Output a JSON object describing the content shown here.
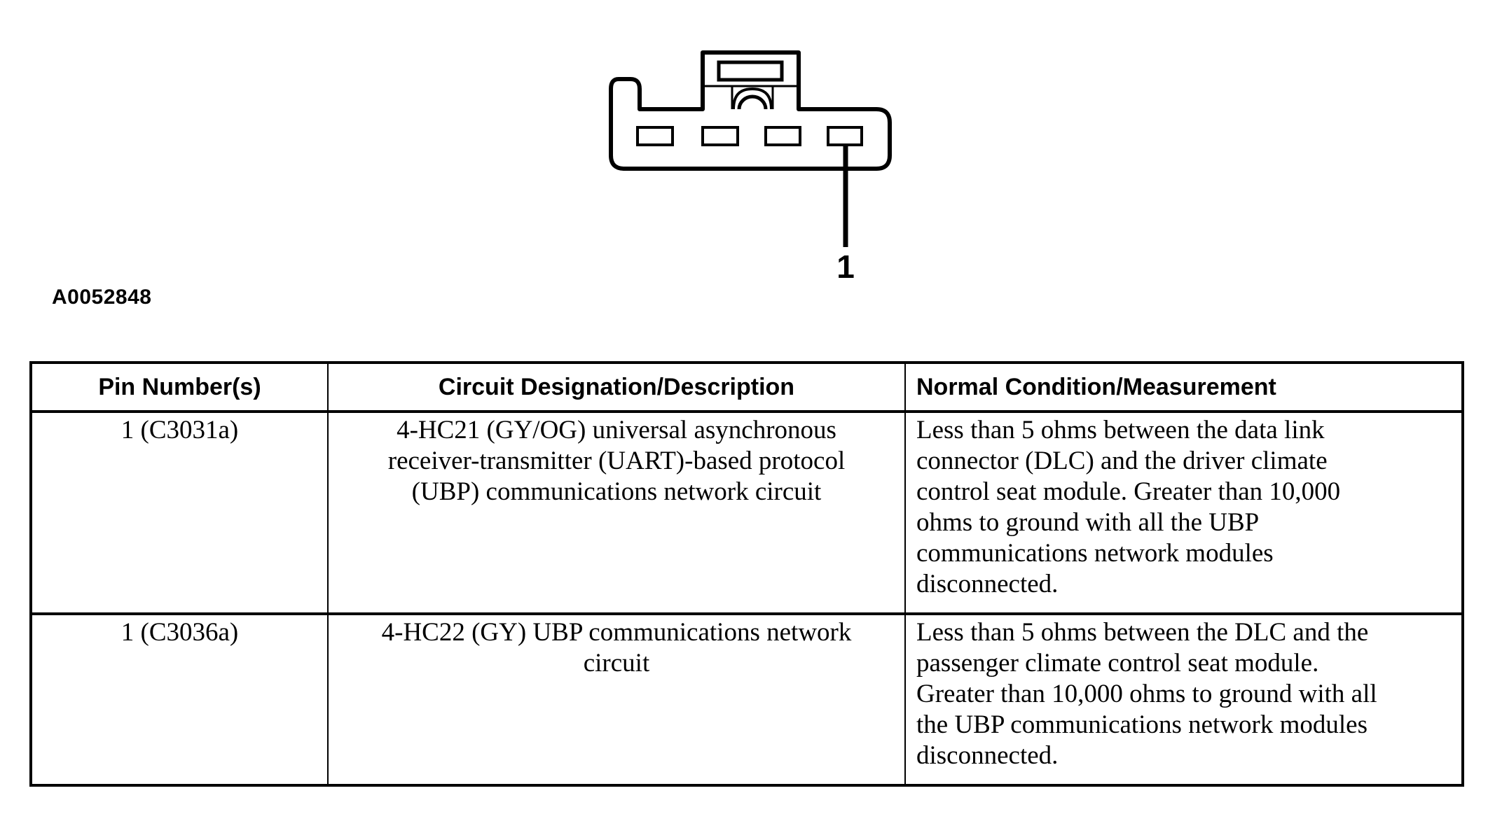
{
  "figure": {
    "id_label": "A0052848",
    "callout": "1",
    "description": "4-cavity connector face view with latch tower, pin cavity 1 called out"
  },
  "colors": {
    "ink": "#000000",
    "background": "#ffffff"
  },
  "table": {
    "headers": {
      "pin": "Pin Number(s)",
      "circuit": "Circuit Designation/Description",
      "normal": "Normal Condition/Measurement"
    },
    "rows": [
      {
        "pin": "1 (C3031a)",
        "circuit": "4-HC21 (GY/OG) universal asynchronous\nreceiver-transmitter (UART)-based protocol\n(UBP) communications network circuit",
        "normal": "Less than 5 ohms between the data link\nconnector (DLC) and the driver climate\ncontrol seat module. Greater than 10,000\nohms to ground with all the UBP\ncommunications network modules\ndisconnected."
      },
      {
        "pin": "1 (C3036a)",
        "circuit": "4-HC22 (GY) UBP communications network\ncircuit",
        "normal": "Less than 5 ohms between the DLC and the\npassenger climate control seat module.\nGreater than 10,000 ohms to ground with all\nthe UBP communications network modules\ndisconnected."
      }
    ]
  }
}
